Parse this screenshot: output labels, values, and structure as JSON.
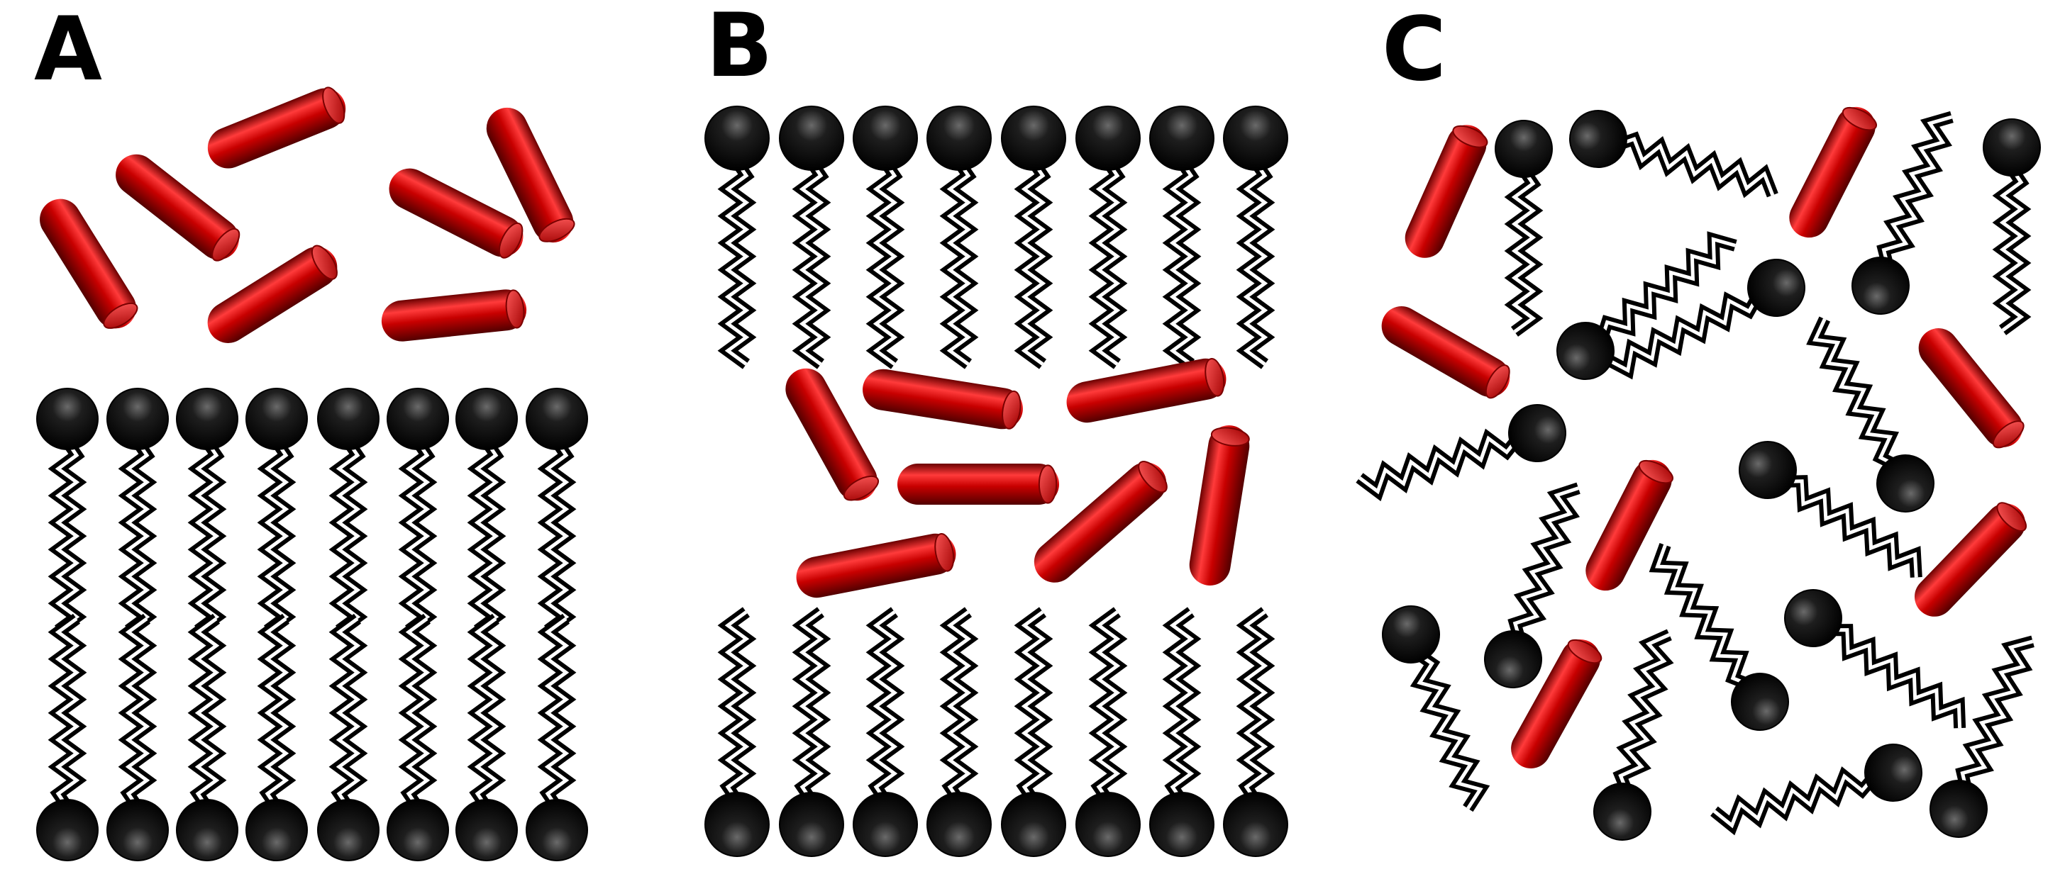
{
  "panels": [
    {
      "label": "A"
    },
    {
      "label": "B"
    },
    {
      "label": "C"
    }
  ],
  "colors": {
    "rod": "#c00000",
    "rod_light": "#ff3a3a",
    "rod_dark": "#5a0000",
    "lipid": "#000000",
    "background": "#ffffff"
  }
}
